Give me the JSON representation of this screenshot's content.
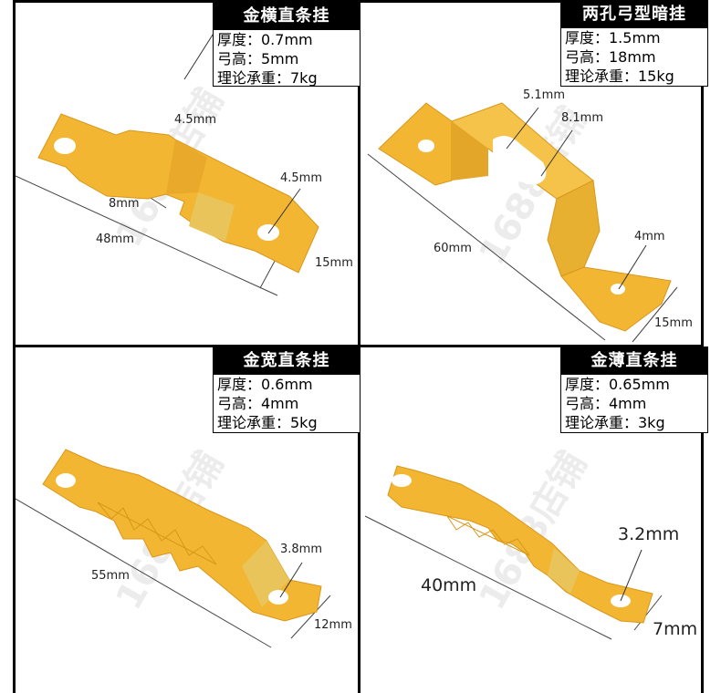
{
  "colors": {
    "gold": "#F2B632",
    "gold_light": "#F8D06A",
    "gold_dark": "#D9971A",
    "frame": "#000000",
    "title_bg": "#000000",
    "title_text": "#FFFFFF"
  },
  "watermark": "1688店铺",
  "products": [
    {
      "position": "top-left",
      "title": "金横直条挂",
      "specs": {
        "thickness": "厚度：0.7mm",
        "arch_height": "弓高：5mm",
        "load": "理论承重：7kg"
      },
      "dimensions": {
        "hole_top": "4.5mm",
        "hole_right": "4.5mm",
        "step": "8mm",
        "length": "48mm",
        "width": "15mm"
      }
    },
    {
      "position": "top-right",
      "title": "两孔弓型暗挂",
      "specs": {
        "thickness": "厚度：1.5mm",
        "arch_height": "弓高：18mm",
        "load": "理论承重：15kg"
      },
      "dimensions": {
        "slot_width": "5.1mm",
        "slot_length": "8.1mm",
        "hole": "4mm",
        "length": "60mm",
        "width": "15mm"
      }
    },
    {
      "position": "bottom-left",
      "title": "金宽直条挂",
      "specs": {
        "thickness": "厚度：0.6mm",
        "arch_height": "弓高：4mm",
        "load": "理论承重：5kg"
      },
      "dimensions": {
        "hole": "3.8mm",
        "length": "55mm",
        "width": "12mm"
      }
    },
    {
      "position": "bottom-right",
      "title": "金薄直条挂",
      "specs": {
        "thickness": "厚度：0.65mm",
        "arch_height": "弓高：4mm",
        "load": "理论承重：3kg"
      },
      "dimensions": {
        "hole": "3.2mm",
        "length": "40mm",
        "width": "7mm"
      }
    }
  ]
}
